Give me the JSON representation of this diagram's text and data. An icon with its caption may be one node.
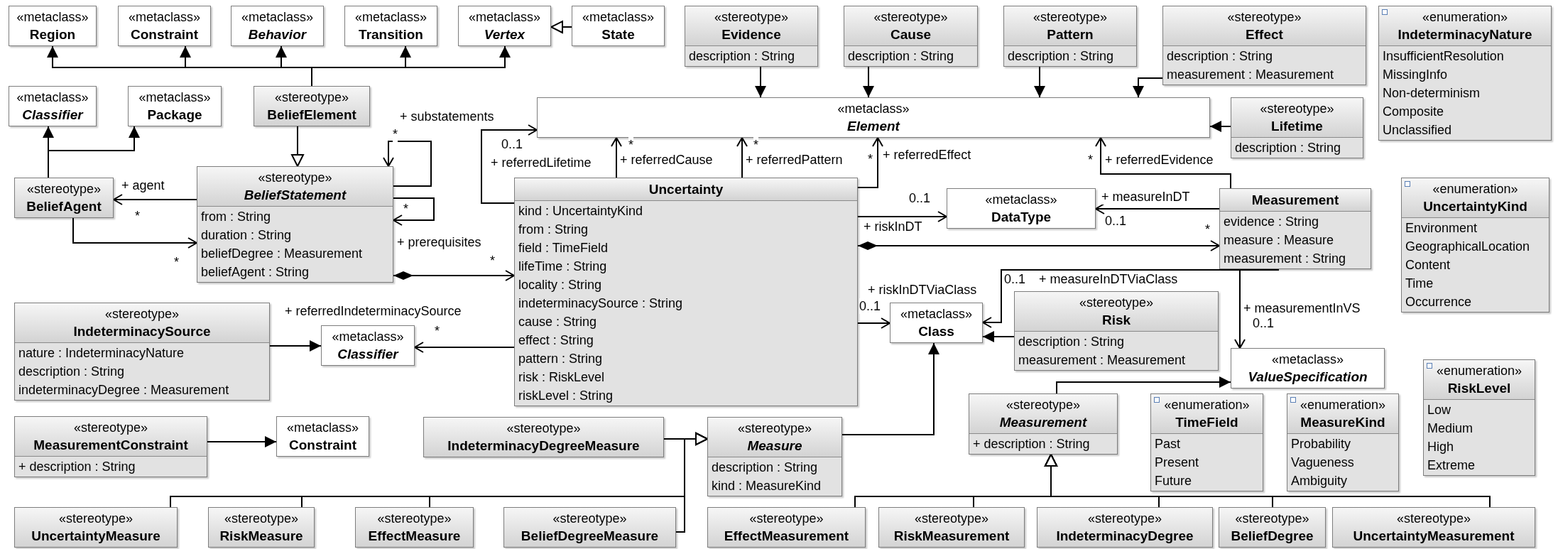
{
  "diagram": {
    "nodes": [
      {
        "text": [
          "«metaclass»",
          "Region"
        ]
      },
      {
        "text": [
          "«metaclass»",
          "Constraint"
        ]
      },
      {
        "text": [
          "«metaclass»",
          "Behavior"
        ]
      },
      {
        "text": [
          "«metaclass»",
          "Transition"
        ]
      },
      {
        "text": [
          "«metaclass»",
          "Vertex"
        ]
      },
      {
        "text": [
          "«metaclass»",
          "State"
        ]
      },
      {
        "text": [
          "«stereotype»",
          "Evidence",
          "description : String"
        ]
      },
      {
        "text": [
          "«stereotype»",
          "Cause",
          "description : String"
        ]
      },
      {
        "text": [
          "«stereotype»",
          "Pattern",
          "description : String"
        ]
      },
      {
        "text": [
          "«stereotype»",
          "Effect",
          "description : String",
          "measurement : Measurement"
        ]
      },
      {
        "text": [
          "«enumeration»",
          "IndeterminacyNature",
          "InsufficientResolution",
          "MissingInfo",
          "Non-determinism",
          "Composite",
          "Unclassified"
        ]
      },
      {
        "text": [
          "«metaclass»",
          "Classifier"
        ]
      },
      {
        "text": [
          "«metaclass»",
          "Package"
        ]
      },
      {
        "text": [
          "«stereotype»",
          "BeliefElement"
        ]
      },
      {
        "text": [
          "«metaclass»",
          "Element"
        ]
      },
      {
        "text": [
          "«stereotype»",
          "Lifetime",
          "description : String"
        ]
      },
      {
        "text": [
          "«stereotype»",
          "BeliefAgent"
        ]
      },
      {
        "text": [
          "«stereotype»",
          "BeliefStatement",
          "from : String",
          "duration : String",
          "beliefDegree : Measurement",
          "beliefAgent : String"
        ]
      },
      {
        "text": [
          "Uncertainty",
          "kind : UncertaintyKind",
          "from : String",
          "field : TimeField",
          "lifeTime : String",
          "locality : String",
          "indeterminacySource : String",
          "cause : String",
          "effect : String",
          "pattern : String",
          "risk : RiskLevel",
          "riskLevel : String"
        ]
      },
      {
        "text": [
          "«metaclass»",
          "DataType"
        ]
      },
      {
        "text": [
          "Measurement",
          "evidence : String",
          "measure : Measure",
          "measurement : String"
        ]
      },
      {
        "text": [
          "«enumeration»",
          "UncertaintyKind",
          "Environment",
          "GeographicalLocation",
          "Content",
          "Time",
          "Occurrence"
        ]
      },
      {
        "text": [
          "«stereotype»",
          "IndeterminacySource",
          "nature : IndeterminacyNature",
          "description : String",
          "indeterminacyDegree : Measurement"
        ]
      },
      {
        "text": [
          "«metaclass»",
          "Classifier"
        ]
      },
      {
        "text": [
          "«metaclass»",
          "Class"
        ]
      },
      {
        "text": [
          "«stereotype»",
          "Risk",
          "description : String",
          "measurement : Measurement"
        ]
      },
      {
        "text": [
          "«metaclass»",
          "ValueSpecification"
        ]
      },
      {
        "text": [
          "«enumeration»",
          "RiskLevel",
          "Low",
          "Medium",
          "High",
          "Extreme"
        ]
      },
      {
        "text": [
          "«stereotype»",
          "MeasurementConstraint",
          "+ description : String"
        ]
      },
      {
        "text": [
          "«metaclass»",
          "Constraint"
        ]
      },
      {
        "text": [
          "«stereotype»",
          "IndeterminacyDegreeMeasure"
        ]
      },
      {
        "text": [
          "«stereotype»",
          "Measure",
          "description : String",
          "kind : MeasureKind"
        ]
      },
      {
        "text": [
          "«stereotype»",
          "Measurement",
          "+ description : String"
        ]
      },
      {
        "text": [
          "«enumeration»",
          "TimeField",
          "Past",
          "Present",
          "Future"
        ]
      },
      {
        "text": [
          "«enumeration»",
          "MeasureKind",
          "Probability",
          "Vagueness",
          "Ambiguity"
        ]
      },
      {
        "text": [
          "«stereotype»",
          "UncertaintyMeasure"
        ]
      },
      {
        "text": [
          "«stereotype»",
          "RiskMeasure"
        ]
      },
      {
        "text": [
          "«stereotype»",
          "EffectMeasure"
        ]
      },
      {
        "text": [
          "«stereotype»",
          "BeliefDegreeMeasure"
        ]
      },
      {
        "text": [
          "«stereotype»",
          "EffectMeasurement"
        ]
      },
      {
        "text": [
          "«stereotype»",
          "RiskMeasurement"
        ]
      },
      {
        "text": [
          "«stereotype»",
          "IndeterminacyDegree"
        ]
      },
      {
        "text": [
          "«stereotype»",
          "BeliefDegree"
        ]
      },
      {
        "text": [
          "«stereotype»",
          "UncertaintyMeasurement"
        ]
      }
    ],
    "edges": [
      {
        "from": 13,
        "to": 0,
        "arrow": "to"
      },
      {
        "from": 13,
        "to": 1,
        "arrow": "to"
      },
      {
        "from": 13,
        "to": 2,
        "arrow": "to"
      },
      {
        "from": 13,
        "to": 3,
        "arrow": "to"
      },
      {
        "from": 13,
        "to": 4,
        "arrow": "to"
      },
      {
        "from": 5,
        "to": 4,
        "arrow": "to"
      },
      {
        "from": 13,
        "to": 17,
        "arrow": "to"
      },
      {
        "from": 16,
        "to": 11,
        "arrow": "to"
      },
      {
        "from": 16,
        "to": 12,
        "arrow": "to"
      },
      {
        "from": 17,
        "to": 16,
        "arrow": "to",
        "label": "+ agent"
      },
      {
        "from": 16,
        "to": 17,
        "arrow": "to"
      },
      {
        "from": 17,
        "to": 17,
        "arrow": "to",
        "label": "+ substatements"
      },
      {
        "from": 17,
        "to": 17,
        "arrow": "to",
        "label": "+ prerequisites"
      },
      {
        "from": 18,
        "to": 14,
        "arrow": "to",
        "label": "+ referredLifetime"
      },
      {
        "from": 18,
        "to": 14,
        "arrow": "to",
        "label": "+ referredCause"
      },
      {
        "from": 18,
        "to": 14,
        "arrow": "to",
        "label": "+ referredPattern"
      },
      {
        "from": 18,
        "to": 14,
        "arrow": "to",
        "label": "+ referredEffect"
      },
      {
        "from": 20,
        "to": 14,
        "arrow": "to",
        "label": "+ referredEvidence"
      },
      {
        "from": 17,
        "to": 18,
        "arrow": "to"
      },
      {
        "from": 6,
        "to": 14,
        "arrow": "to"
      },
      {
        "from": 7,
        "to": 14,
        "arrow": "to"
      },
      {
        "from": 8,
        "to": 14,
        "arrow": "to"
      },
      {
        "from": 9,
        "to": 14,
        "arrow": "to"
      },
      {
        "from": 15,
        "to": 14,
        "arrow": "to"
      },
      {
        "from": 18,
        "to": 19,
        "arrow": "to",
        "label": "+ riskInDT"
      },
      {
        "from": 18,
        "to": 20,
        "arrow": "to"
      },
      {
        "from": 20,
        "to": 19,
        "arrow": "to",
        "label": "+ measureInDT"
      },
      {
        "from": 18,
        "to": 24,
        "arrow": "to",
        "label": "+ riskInDTViaClass"
      },
      {
        "from": 20,
        "to": 24,
        "arrow": "to",
        "label": "+ measureInDTViaClass"
      },
      {
        "from": 20,
        "to": 26,
        "arrow": "to",
        "label": "+ measurementInVS"
      },
      {
        "from": 25,
        "to": 24,
        "arrow": "to"
      },
      {
        "from": 22,
        "to": 23,
        "arrow": "to"
      },
      {
        "from": 18,
        "to": 23,
        "arrow": "to",
        "label": "+ referredIndeterminacySource"
      },
      {
        "from": 28,
        "to": 29,
        "arrow": "to"
      },
      {
        "from": 31,
        "to": 24,
        "arrow": "to"
      },
      {
        "from": 32,
        "to": 26,
        "arrow": "to"
      },
      {
        "from": 30,
        "to": 31,
        "arrow": "to"
      },
      {
        "from": 35,
        "to": 31,
        "arrow": "to"
      },
      {
        "from": 36,
        "to": 31,
        "arrow": "to"
      },
      {
        "from": 37,
        "to": 31,
        "arrow": "to"
      },
      {
        "from": 38,
        "to": 31,
        "arrow": "to"
      },
      {
        "from": 39,
        "to": 32,
        "arrow": "to"
      },
      {
        "from": 40,
        "to": 32,
        "arrow": "to"
      },
      {
        "from": 41,
        "to": 32,
        "arrow": "to"
      },
      {
        "from": 42,
        "to": 32,
        "arrow": "to"
      },
      {
        "from": 43,
        "to": 32,
        "arrow": "to"
      }
    ],
    "labels": [
      "*",
      "0..1",
      "*",
      "*",
      "*",
      "*",
      "*",
      "*",
      "0..1",
      "0..1",
      "*",
      "*",
      "*",
      "0..1",
      "0..1",
      "0..1",
      "*"
    ]
  }
}
